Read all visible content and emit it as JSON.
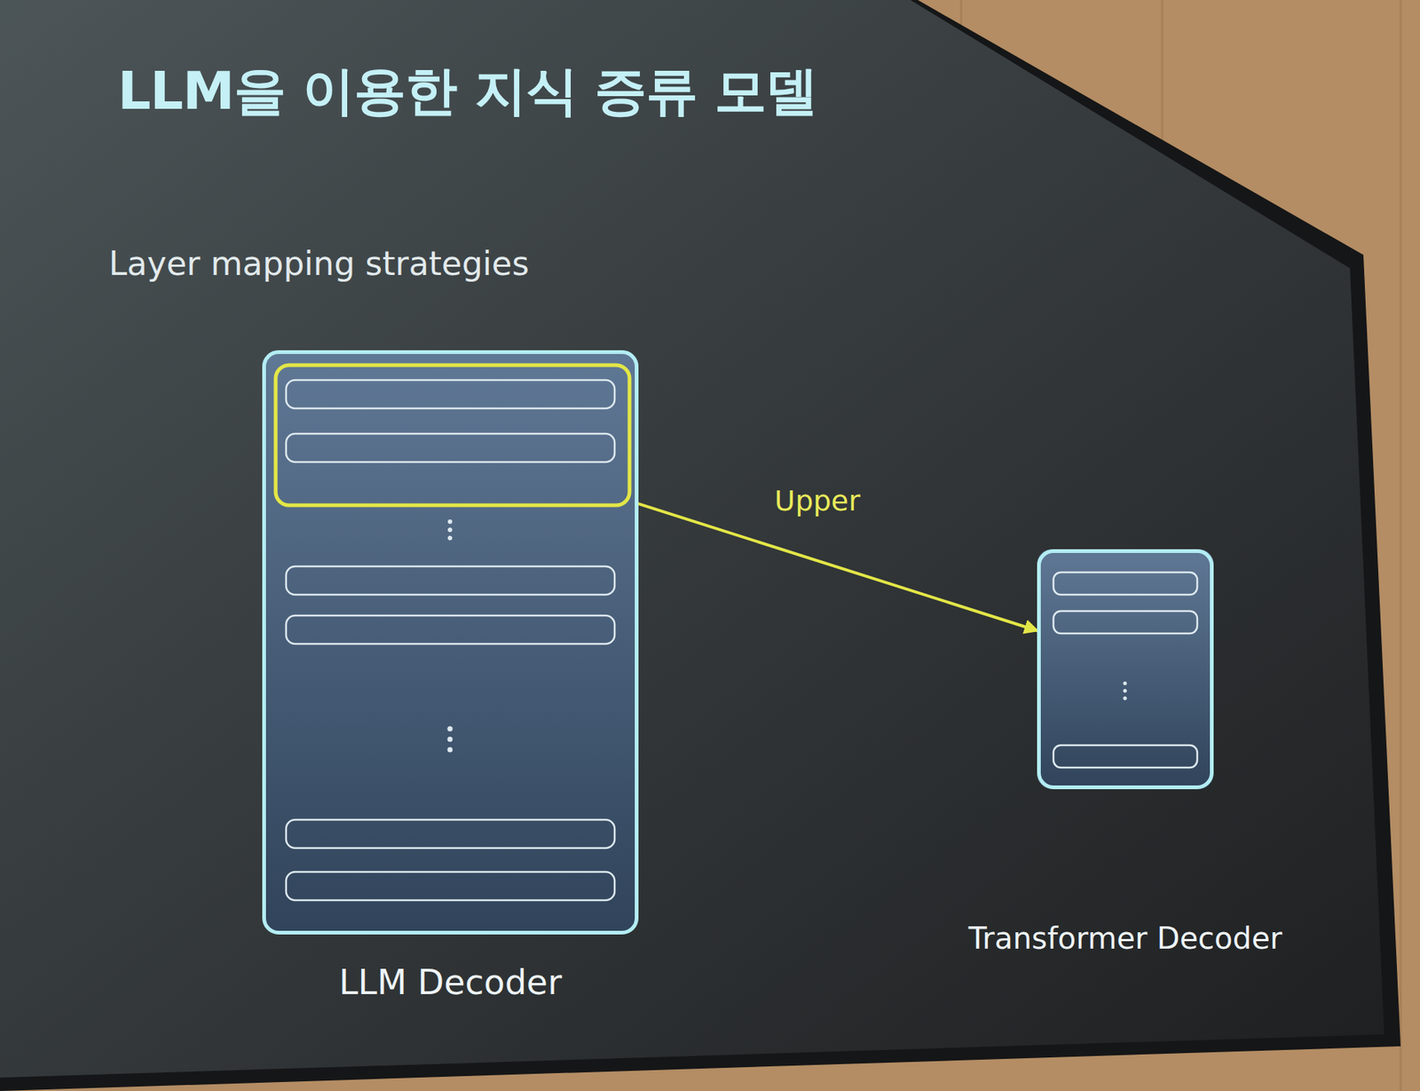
{
  "diagram": {
    "title": "LLM을 이용한 지식 증류 모델",
    "nodes": [
      {
        "text": [
          "LLM Decoder"
        ]
      },
      {
        "text": [
          "Transformer Decoder"
        ]
      }
    ],
    "edges": [
      {
        "from": 0,
        "to": 1,
        "label": "Upper",
        "arrow": "to"
      }
    ],
    "labels": [
      "Layer mapping strategies"
    ]
  }
}
